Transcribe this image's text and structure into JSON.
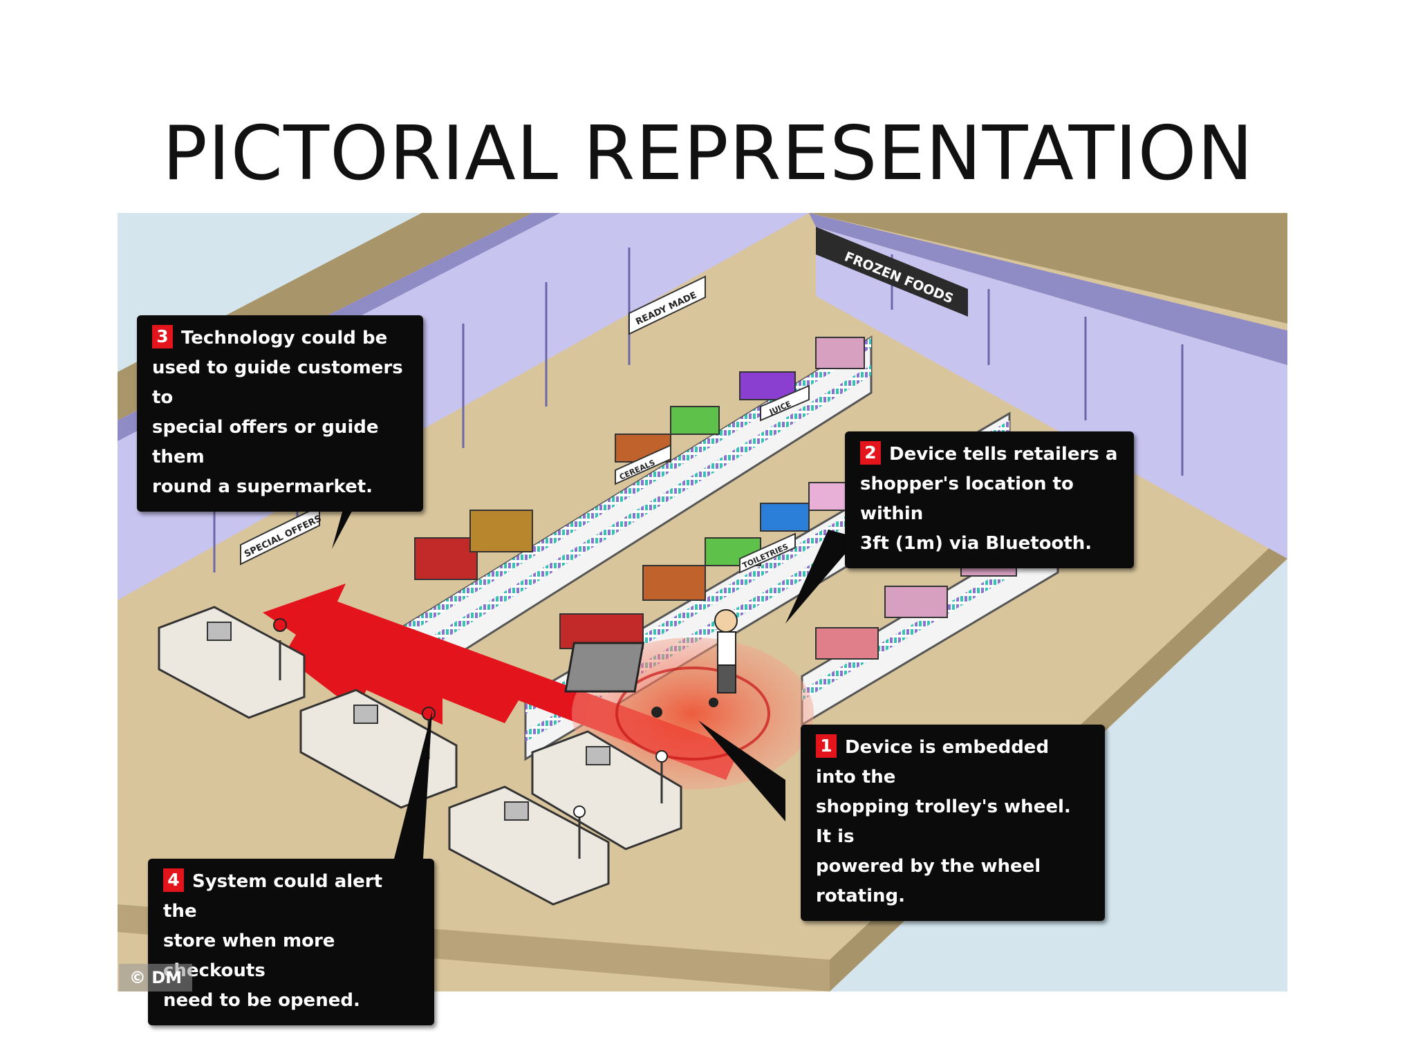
{
  "slide": {
    "title": "PICTORIAL REPRESENTATION"
  },
  "signs": {
    "frozen": "FROZEN FOODS",
    "ready": "READY MADE",
    "juice": "JUICE",
    "cereals": "CEREALS",
    "toiletries": "TOILETRIES",
    "offers": "SPECIAL OFFERS"
  },
  "callouts": [
    {
      "number": "1",
      "lines": [
        "Device is embedded into the",
        "shopping trolley's wheel. It is",
        "powered by the wheel rotating."
      ]
    },
    {
      "number": "2",
      "lines": [
        "Device tells retailers a",
        "shopper's location to within",
        "3ft (1m) via Bluetooth."
      ]
    },
    {
      "number": "3",
      "lines": [
        "Technology could be",
        "used to guide customers to",
        "special offers or guide them",
        "round a supermarket."
      ]
    },
    {
      "number": "4",
      "lines": [
        "System could alert the",
        "store when more checkouts",
        "need to be opened."
      ]
    }
  ],
  "credit": "© DM",
  "colors": {
    "accent_red": "#e3141b",
    "floor": "#d9c59c",
    "wall": "#c8c4f0",
    "sky": "#d4e5ee"
  }
}
